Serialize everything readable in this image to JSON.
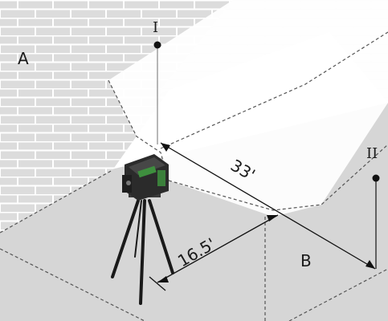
{
  "labels": {
    "wall": "A",
    "floor": "B",
    "point_one": "I",
    "point_two": "II",
    "distance_long": "33'",
    "distance_short": "16.5'"
  },
  "colors": {
    "wall_fill": "#dcdcdc",
    "brick_line": "#ffffff",
    "floor_fill": "#d6d6d6",
    "beam_plane": "#ffffff",
    "far_wall": "#f3f3f3",
    "laser_body": "#2b2b2b",
    "laser_accent": "#3e8f3e",
    "dimension_line": "#111111"
  },
  "icons": {
    "device": "cross-line-laser-on-tripod-icon"
  }
}
